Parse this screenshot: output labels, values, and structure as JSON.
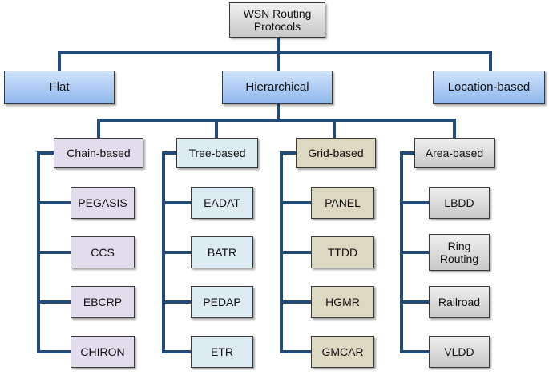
{
  "root": {
    "label_line1": "WSN Routing",
    "label_line2": "Protocols"
  },
  "level1": {
    "flat": "Flat",
    "hierarchical": "Hierarchical",
    "location": "Location-based"
  },
  "categories": [
    {
      "label": "Chain-based",
      "color": "#e3dcec",
      "children": [
        "PEGASIS",
        "CCS",
        "EBCRP",
        "CHIRON"
      ]
    },
    {
      "label": "Tree-based",
      "color": "#dcecf2",
      "children": [
        "EADAT",
        "BATR",
        "PEDAP",
        "ETR"
      ]
    },
    {
      "label": "Grid-based",
      "color": "#dcd8c2",
      "children": [
        "PANEL",
        "TTDD",
        "HGMR",
        "GMCAR"
      ]
    },
    {
      "label": "Area-based",
      "color": "#d9d9d9",
      "children": [
        "LBDD",
        "Ring Routing",
        "Railroad",
        "VLDD"
      ]
    }
  ],
  "connector_color": "#244a78"
}
